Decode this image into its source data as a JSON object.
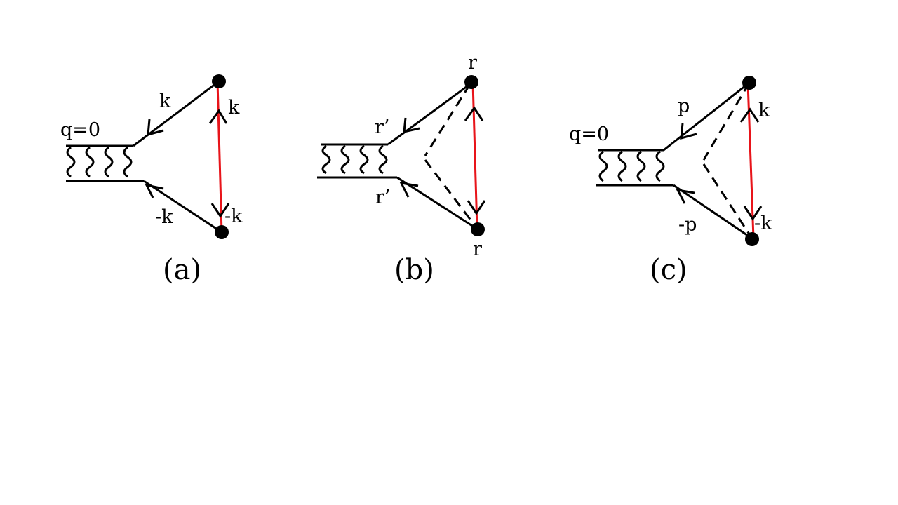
{
  "colors": {
    "line": "#000000",
    "red_line": "#e8141a",
    "background": "#ffffff"
  },
  "diagrams": [
    {
      "caption": "(a)",
      "wavy_label": "q=0",
      "top_line_label": "k",
      "bottom_line_label": "-k",
      "red_top_label": "k",
      "red_bottom_label": "-k",
      "has_dashed": false
    },
    {
      "caption": "(b)",
      "wavy_label": "",
      "top_line_label": "r’",
      "bottom_line_label": "r’",
      "red_top_label": "",
      "red_bottom_label": "",
      "top_vertex_label": "r",
      "bottom_vertex_label": "r",
      "has_dashed": true
    },
    {
      "caption": "(c)",
      "wavy_label": "q=0",
      "top_line_label": "p",
      "bottom_line_label": "-p",
      "red_top_label": "k",
      "red_bottom_label": "-k",
      "has_dashed": true
    }
  ]
}
